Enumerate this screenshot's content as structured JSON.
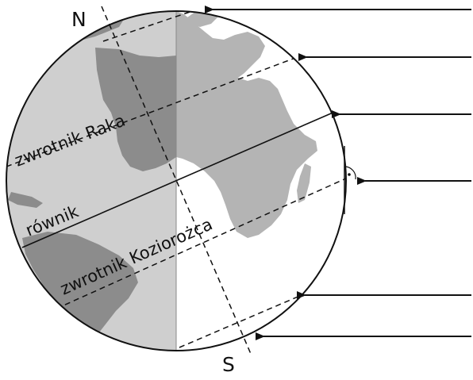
{
  "poles": {
    "north": "N",
    "south": "S"
  },
  "latitude_lines": {
    "tropic_of_cancer": "zwrotnik Raka",
    "equator": "równik",
    "tropic_of_capricorn": "zwrotnik Koziorożca"
  },
  "colors": {
    "night_ocean": "#cfcfcf",
    "night_land": "#8c8c8c",
    "day_ocean": "#ffffff",
    "day_land": "#b4b4b4",
    "outline": "#111111"
  },
  "icons": [
    "sun-ray-arrow-icon",
    "right-angle-marker-icon"
  ]
}
